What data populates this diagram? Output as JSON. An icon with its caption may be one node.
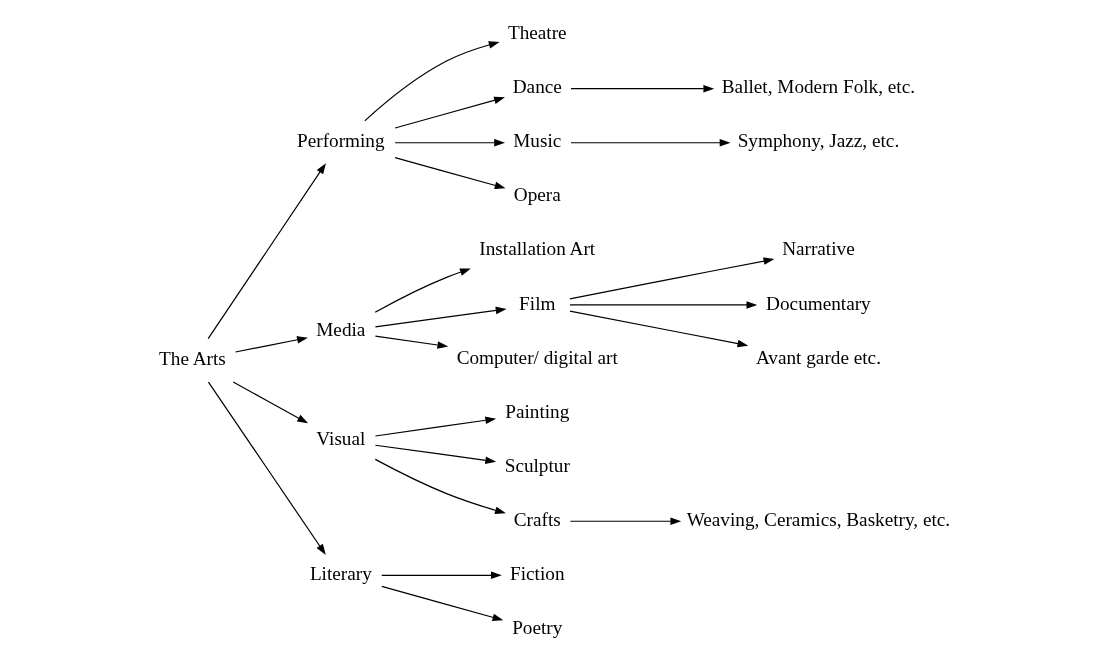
{
  "diagram": {
    "nodes": [
      {
        "text": [
          "The Arts"
        ]
      },
      {
        "text": [
          "Performing"
        ]
      },
      {
        "text": [
          "Media"
        ]
      },
      {
        "text": [
          "Visual"
        ]
      },
      {
        "text": [
          "Literary"
        ]
      },
      {
        "text": [
          "Theatre"
        ]
      },
      {
        "text": [
          "Dance"
        ]
      },
      {
        "text": [
          "Ballet, Modern Folk, etc."
        ]
      },
      {
        "text": [
          "Music"
        ]
      },
      {
        "text": [
          "Symphony, Jazz, etc."
        ]
      },
      {
        "text": [
          "Opera"
        ]
      },
      {
        "text": [
          "Installation Art"
        ]
      },
      {
        "text": [
          "Film"
        ]
      },
      {
        "text": [
          "Narrative"
        ]
      },
      {
        "text": [
          "Documentary"
        ]
      },
      {
        "text": [
          "Avant garde etc."
        ]
      },
      {
        "text": [
          "Computer/ digital art"
        ]
      },
      {
        "text": [
          "Painting"
        ]
      },
      {
        "text": [
          "Sculptur"
        ]
      },
      {
        "text": [
          "Crafts"
        ]
      },
      {
        "text": [
          "Weaving, Ceramics, Basketry, etc."
        ]
      },
      {
        "text": [
          "Fiction"
        ]
      },
      {
        "text": [
          "Poetry"
        ]
      }
    ],
    "edges": [
      {
        "from": 0,
        "to": 1,
        "arrow": "to"
      },
      {
        "from": 0,
        "to": 2,
        "arrow": "to"
      },
      {
        "from": 0,
        "to": 3,
        "arrow": "to"
      },
      {
        "from": 0,
        "to": 4,
        "arrow": "to"
      },
      {
        "from": 1,
        "to": 5,
        "arrow": "to"
      },
      {
        "from": 1,
        "to": 6,
        "arrow": "to"
      },
      {
        "from": 6,
        "to": 7,
        "arrow": "to"
      },
      {
        "from": 1,
        "to": 8,
        "arrow": "to"
      },
      {
        "from": 8,
        "to": 9,
        "arrow": "to"
      },
      {
        "from": 1,
        "to": 10,
        "arrow": "to"
      },
      {
        "from": 2,
        "to": 11,
        "arrow": "to"
      },
      {
        "from": 2,
        "to": 12,
        "arrow": "to"
      },
      {
        "from": 12,
        "to": 13,
        "arrow": "to"
      },
      {
        "from": 12,
        "to": 14,
        "arrow": "to"
      },
      {
        "from": 12,
        "to": 15,
        "arrow": "to"
      },
      {
        "from": 2,
        "to": 16,
        "arrow": "to"
      },
      {
        "from": 3,
        "to": 17,
        "arrow": "to"
      },
      {
        "from": 3,
        "to": 18,
        "arrow": "to"
      },
      {
        "from": 3,
        "to": 19,
        "arrow": "to"
      },
      {
        "from": 19,
        "to": 20,
        "arrow": "to"
      },
      {
        "from": 4,
        "to": 21,
        "arrow": "to"
      },
      {
        "from": 4,
        "to": 22,
        "arrow": "to"
      }
    ]
  }
}
